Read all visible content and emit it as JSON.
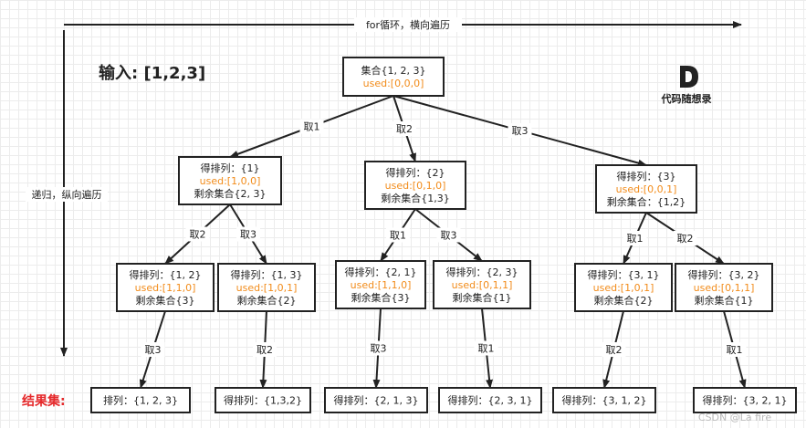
{
  "header": {
    "for_loop_label": "for循环，横向遍历",
    "recursion_label": "递归，纵向遍历",
    "input_label": "输入: [1,2,3]",
    "result_label": "结果集:"
  },
  "logo": {
    "text": "代码随想录"
  },
  "watermark": "CSDN @La fire",
  "nodes": {
    "root": {
      "lines": [
        "集合{1, 2, 3}"
      ],
      "used": "used:[0,0,0]"
    },
    "a": {
      "lines": [
        "得排列：{1}"
      ],
      "used": "used:[1,0,0]",
      "rest": "剩余集合{2, 3}"
    },
    "b": {
      "lines": [
        "得排列：{2}"
      ],
      "used": "used:[0,1,0]",
      "rest": "剩余集合{1,3}"
    },
    "c": {
      "lines": [
        "得排列：{3}"
      ],
      "used": "used:[0,0,1]",
      "rest": "剩余集合：{1,2}"
    },
    "a1": {
      "lines": [
        "得排列：{1, 2}"
      ],
      "used": "used:[1,1,0]",
      "rest": "剩余集合{3}"
    },
    "a2": {
      "lines": [
        "得排列：{1, 3}"
      ],
      "used": "used:[1,0,1]",
      "rest": "剩余集合{2}"
    },
    "b1": {
      "lines": [
        "得排列：{2, 1}"
      ],
      "used": "used:[1,1,0]",
      "rest": "剩余集合{3}"
    },
    "b2": {
      "lines": [
        "得排列：{2, 3}"
      ],
      "used": "used:[0,1,1]",
      "rest": "剩余集合{1}"
    },
    "c1": {
      "lines": [
        "得排列：{3, 1}"
      ],
      "used": "used:[1,0,1]",
      "rest": "剩余集合{2}"
    },
    "c2": {
      "lines": [
        "得排列：{3, 2}"
      ],
      "used": "used:[0,1,1]",
      "rest": "剩余集合{1}"
    },
    "r1": {
      "lines": [
        "排列：{1, 2, 3}"
      ]
    },
    "r2": {
      "lines": [
        "得排列：{1,3,2}"
      ]
    },
    "r3": {
      "lines": [
        "得排列：{2, 1, 3}"
      ]
    },
    "r4": {
      "lines": [
        "得排列：{2, 3, 1}"
      ]
    },
    "r5": {
      "lines": [
        "得排列：{3, 1, 2}"
      ]
    },
    "r6": {
      "lines": [
        "得排列：{3, 2, 1}"
      ]
    }
  },
  "edges": {
    "root_a": "取1",
    "root_b": "取2",
    "root_c": "取3",
    "a_a1": "取2",
    "a_a2": "取3",
    "b_b1": "取1",
    "b_b2": "取3",
    "c_c1": "取1",
    "c_c2": "取2",
    "a1_r1": "取3",
    "a2_r2": "取2",
    "b1_r3": "取3",
    "b2_r4": "取1",
    "c1_r5": "取2",
    "c2_r6": "取1"
  }
}
